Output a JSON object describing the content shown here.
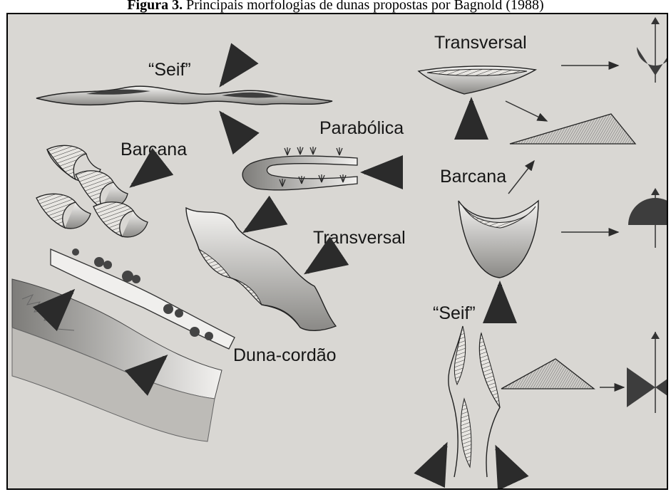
{
  "caption": {
    "prefix": "Figura 3.",
    "text": "Principais morfologias de dunas propostas por Bagnold (1988)"
  },
  "left_labels": {
    "seif": "“Seif”",
    "barcana": "Barcana",
    "parabolica": "Parabólica",
    "transversal": "Transversal",
    "duna_cordao": "Duna-cordão"
  },
  "right_labels": {
    "transversal": "Transversal",
    "barcana": "Barcana",
    "seif": "“Seif”"
  },
  "colors": {
    "paper": "#d9d7d3",
    "dune_dark": "#4a4a4a",
    "arrow": "#2b2b2b",
    "rose_fill": "#3d3d3d"
  }
}
